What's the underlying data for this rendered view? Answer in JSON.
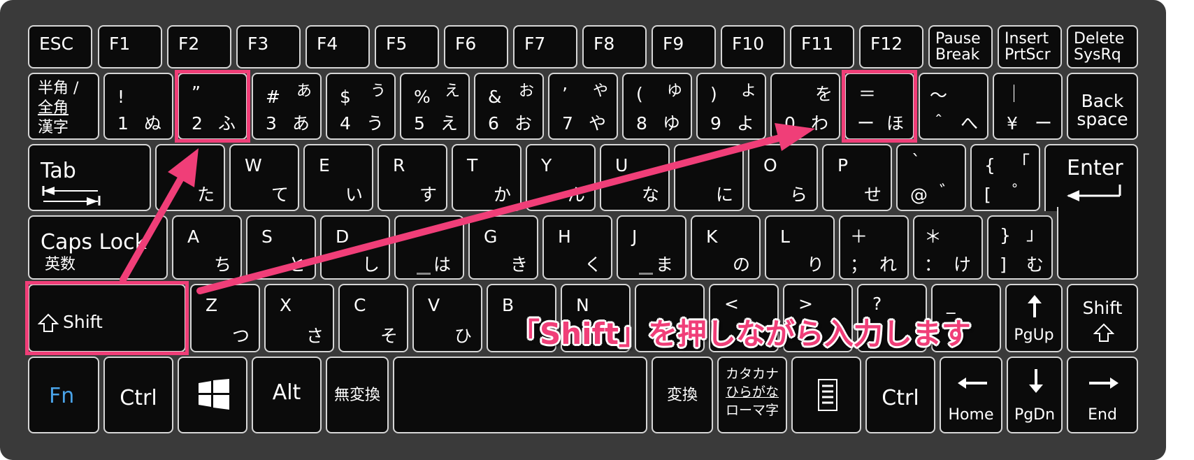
{
  "caption": "「Shift」を押しながら入力します",
  "accent_color": "#f03e78",
  "fn_color": "#4aa3e8",
  "keys": {
    "esc": "ESC",
    "f1": "F1",
    "f2": "F2",
    "f3": "F3",
    "f4": "F4",
    "f5": "F5",
    "f6": "F6",
    "f7": "F7",
    "f8": "F8",
    "f9": "F9",
    "f10": "F10",
    "f11": "F11",
    "f12": "F12",
    "pause_1": "Pause",
    "pause_2": "Break",
    "insert_1": "Insert",
    "insert_2": "PrtScr",
    "delete_1": "Delete",
    "delete_2": "SysRq",
    "hankaku_1": "半角 /",
    "hankaku_2": "全角",
    "hankaku_3": "漢字",
    "k1_s": "!",
    "k1_n": "1",
    "k1_k": "ぬ",
    "k2_s": "”",
    "k2_n": "2",
    "k2_k": "ふ",
    "k3_s": "#",
    "k3_ks": "あ",
    "k3_n": "3",
    "k3_k": "あ",
    "k4_s": "$",
    "k4_ks": "う",
    "k4_n": "4",
    "k4_k": "う",
    "k5_s": "%",
    "k5_ks": "え",
    "k5_n": "5",
    "k5_k": "え",
    "k6_s": "&",
    "k6_ks": "お",
    "k6_n": "6",
    "k6_k": "お",
    "k7_s": "’",
    "k7_ks": "や",
    "k7_n": "7",
    "k7_k": "や",
    "k8_s": "(",
    "k8_ks": "ゆ",
    "k8_n": "8",
    "k8_k": "ゆ",
    "k9_s": ")",
    "k9_ks": "よ",
    "k9_n": "9",
    "k9_k": "よ",
    "k0_ks": "を",
    "k0_n": "0",
    "k0_k": "わ",
    "minus_s": "＝",
    "minus_n": "ー",
    "minus_k": "ほ",
    "caret_s": "～",
    "caret_n": "＾",
    "caret_k": "へ",
    "yen_s": "｜",
    "yen_n": "¥",
    "yen_k": "ー",
    "back_1": "Back",
    "back_2": "space",
    "tab": "Tab",
    "q_k": "た",
    "w": "W",
    "w_k": "て",
    "e": "E",
    "e_k": "い",
    "r": "R",
    "r_k": "す",
    "t": "T",
    "t_k": "か",
    "y": "Y",
    "y_k": "ん",
    "u": "U",
    "u_k": "な",
    "i_k": "に",
    "o": "O",
    "o_k": "ら",
    "p": "P",
    "p_k": "せ",
    "at_s": "`",
    "at_n": "@",
    "at_k": "゛",
    "brk_s": "{",
    "brk_ks": "「",
    "brk_n": "[",
    "brk_k": "゜",
    "enter": "Enter",
    "caps_1": "Caps Lock",
    "caps_2": "英数",
    "a": "A",
    "a_k": "ち",
    "s": "S",
    "s_k": "と",
    "d": "D",
    "d_k": "し",
    "f_k": "は",
    "g": "G",
    "g_k": "き",
    "h": "H",
    "h_k": "く",
    "j": "J",
    "j_k": "ま",
    "k": "K",
    "k_k": "の",
    "l": "L",
    "l_k": "り",
    "semi_s": "＋",
    "semi_n": "；",
    "semi_k": "れ",
    "colon_s": "＊",
    "colon_n": "：",
    "colon_k": "け",
    "rbrk_s": "}",
    "rbrk_ks": "」",
    "rbrk_n": "]",
    "rbrk_k": "む",
    "shift_l": "Shift",
    "z": "Z",
    "z_k": "つ",
    "x": "X",
    "x_k": "さ",
    "c": "C",
    "c_k": "そ",
    "v": "V",
    "v_k": "ひ",
    "b": "B",
    "n": "N",
    "comma_s": "<",
    "period_s": ">",
    "slash_s": "?",
    "ro_s": "_",
    "pgup": "PgUp",
    "shift_r": "Shift",
    "fn": "Fn",
    "ctrl_l": "Ctrl",
    "alt": "Alt",
    "muhenkan": "無変換",
    "henkan": "変換",
    "kana_1": "カタカナ",
    "kana_2": "ひらがな",
    "kana_3": "ローマ字",
    "ctrl_r": "Ctrl",
    "home": "Home",
    "pgdn": "PgDn",
    "end": "End"
  }
}
